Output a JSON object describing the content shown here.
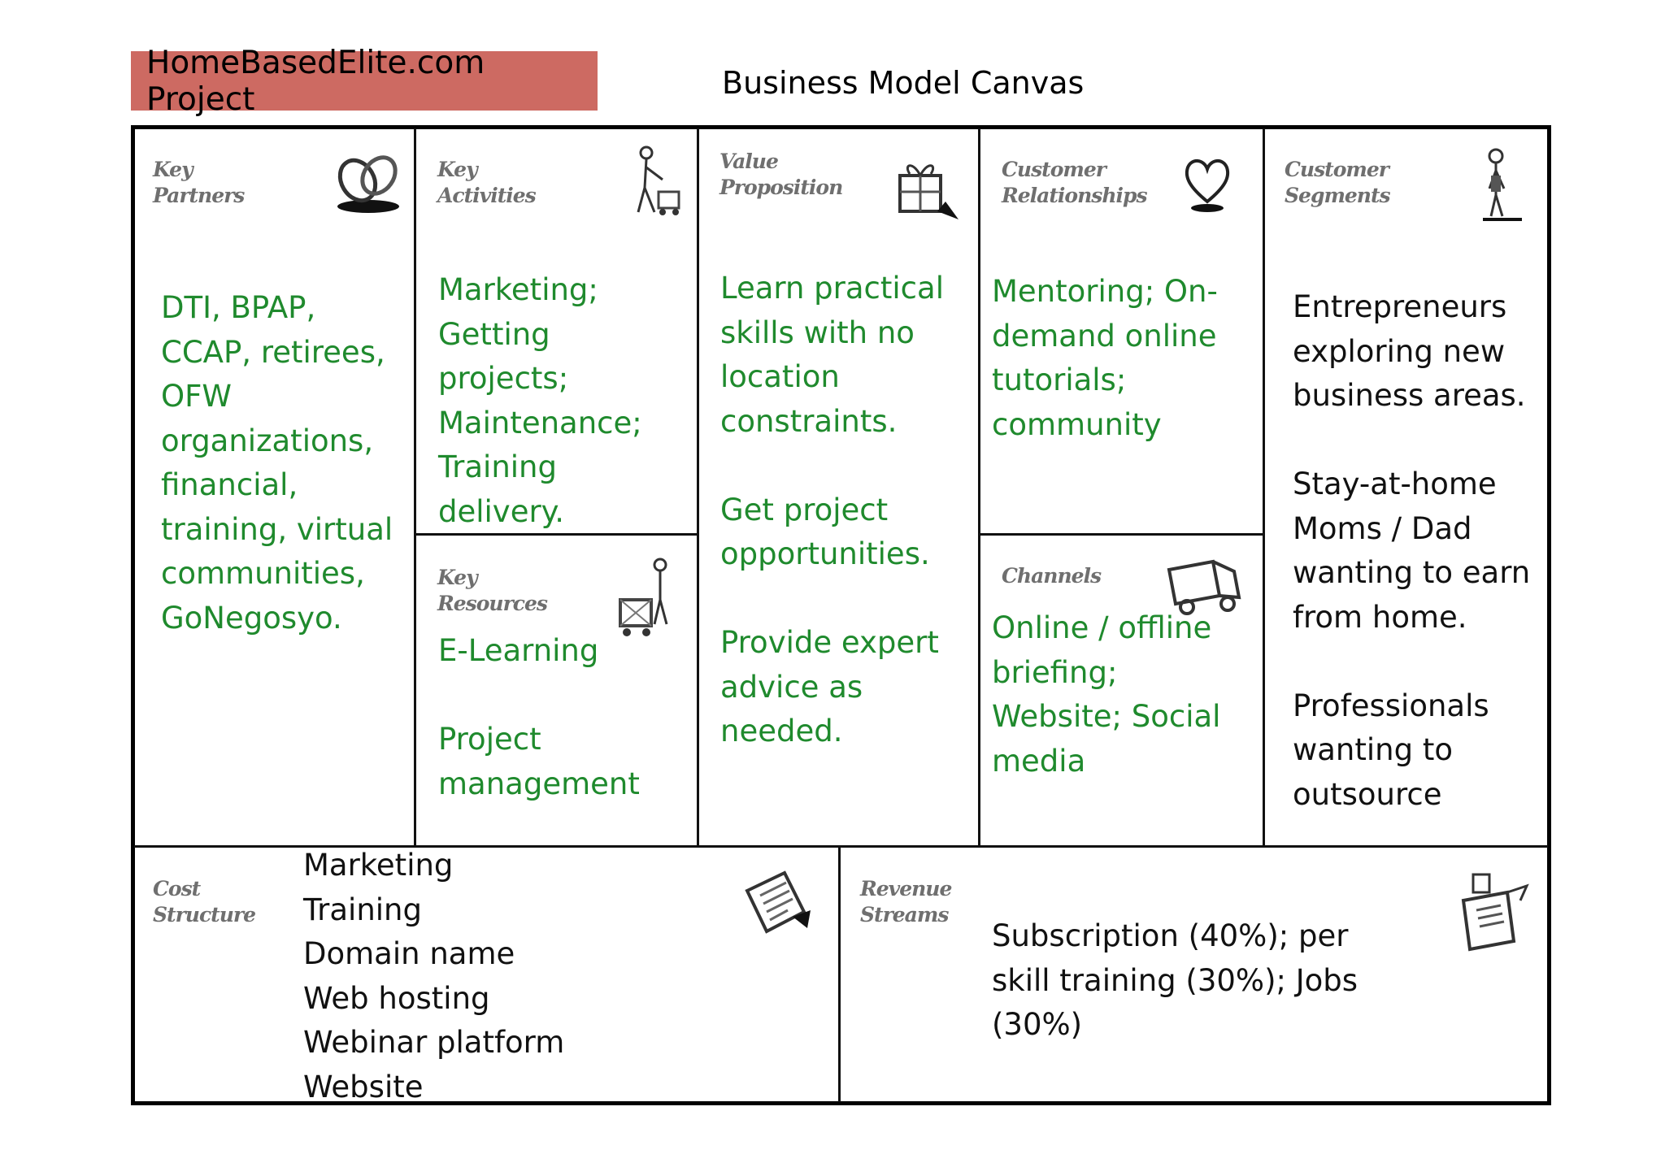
{
  "header": {
    "project_title": "HomeBasedElite.com Project",
    "canvas_title": "Business Model Canvas",
    "project_title_bg": "#cd6a62"
  },
  "colors": {
    "content_green": "#1f8a2d",
    "content_black": "#111111",
    "label_gray": "#6f6f6f"
  },
  "blocks": {
    "key_partners": {
      "label": "Key\nPartners",
      "icon": "chain-links-icon",
      "text": "DTI, BPAP,\nCCAP, retirees,\nOFW\norganizations,\nfinancial,\ntraining, virtual\ncommunities,\nGoNegosyo."
    },
    "key_activities": {
      "label": "Key\nActivities",
      "icon": "worker-with-cart-icon",
      "text": "Marketing;\nGetting\nprojects;\nMaintenance;\nTraining\ndelivery."
    },
    "key_resources": {
      "label": "Key\nResources",
      "icon": "worker-with-crate-icon",
      "text": "E-Learning\n\nProject\nmanagement"
    },
    "value_proposition": {
      "label": "Value\nProposition",
      "icon": "gift-box-icon",
      "text": "Learn practical\nskills with no\nlocation\nconstraints.\n\nGet project\nopportunities.\n\nProvide expert\nadvice as\nneeded."
    },
    "customer_relationships": {
      "label": "Customer\nRelationships",
      "icon": "heart-icon",
      "text": "Mentoring; On-\ndemand online\ntutorials;\ncommunity"
    },
    "channels": {
      "label": "Channels",
      "icon": "delivery-truck-icon",
      "text": "Online / offline\nbriefing;\nWebsite; Social\nmedia"
    },
    "customer_segments": {
      "label": "Customer\nSegments",
      "icon": "standing-person-icon",
      "text": "Entrepreneurs\nexploring new\nbusiness areas.\n\nStay-at-home\nMoms / Dad\nwanting to earn\nfrom home.\n\nProfessionals\nwanting to\noutsource"
    },
    "cost_structure": {
      "label": "Cost\nStructure",
      "icon": "receipt-icon",
      "text": "Marketing\nTraining\nDomain name\nWeb hosting\nWebinar platform\nWebsite"
    },
    "revenue_streams": {
      "label": "Revenue\nStreams",
      "icon": "cash-register-icon",
      "text": "Subscription (40%); per\nskill training (30%); Jobs\n(30%)"
    }
  }
}
